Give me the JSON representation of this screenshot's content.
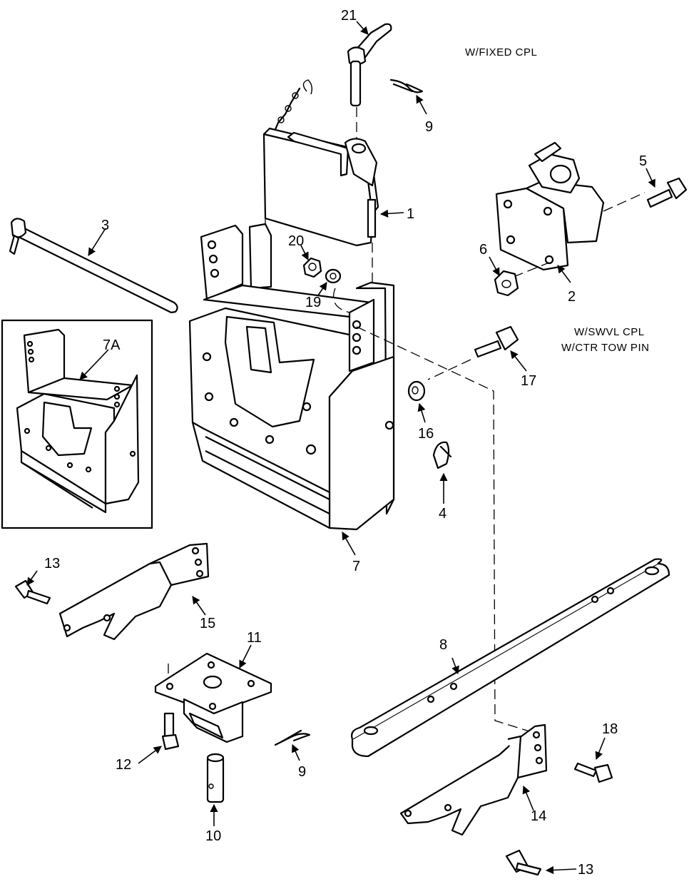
{
  "notes": {
    "fixed": "W/FIXED CPL",
    "swivel_1": "W/SWVL CPL",
    "swivel_2": "W/CTR TOW PIN"
  },
  "callouts": {
    "c1": "1",
    "c2": "2",
    "c3": "3",
    "c4": "4",
    "c5": "5",
    "c6": "6",
    "c7": "7",
    "c7a": "7A",
    "c8": "8",
    "c9a": "9",
    "c9b": "9",
    "c10": "10",
    "c11": "11",
    "c12": "12",
    "c13a": "13",
    "c13b": "13",
    "c14": "14",
    "c15": "15",
    "c16": "16",
    "c17": "17",
    "c18": "18",
    "c19": "19",
    "c20": "20",
    "c21": "21"
  }
}
